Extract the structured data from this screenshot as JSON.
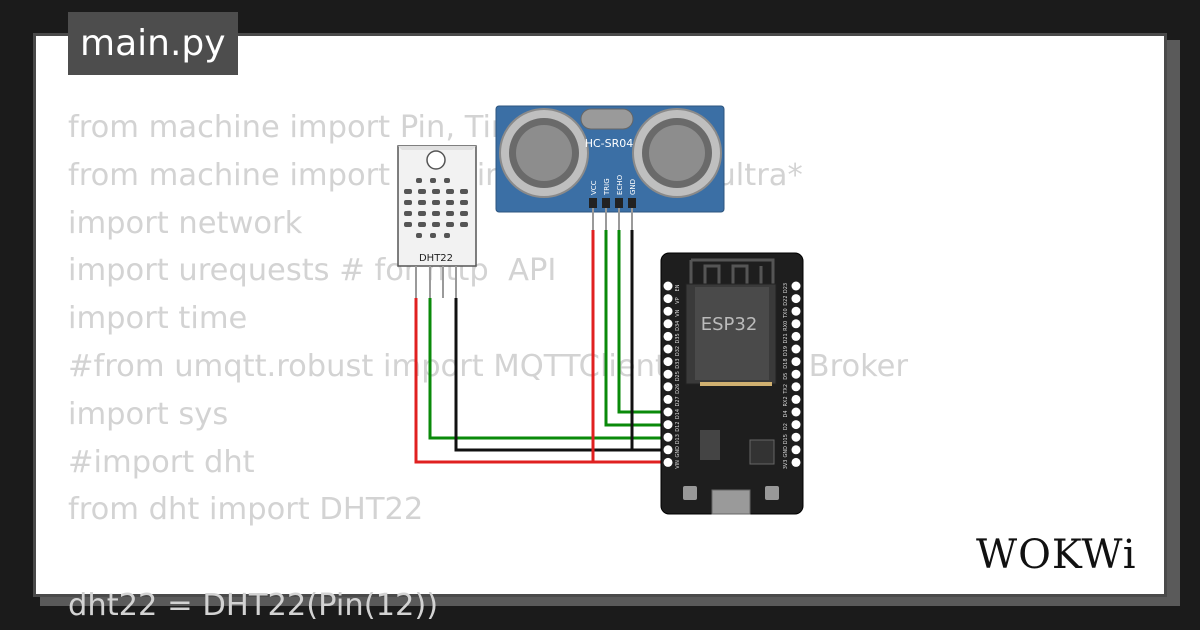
{
  "file_tab": {
    "title": "main.py"
  },
  "code_lines": [
    "from machine import Pin, Timer",
    "from machine import Pin, time_pulse_us #ultra*",
    "import network",
    "import urequests # for http  API",
    "import time",
    "#from umqtt.robust import MQTTClient # MQTT Broker",
    "import sys",
    "#import dht",
    "from dht import DHT22",
    "",
    "dht22 = DHT22(Pin(12))"
  ],
  "components": {
    "dht_label": "DHT22",
    "sonar_label": "HC-SR04",
    "sonar_pins": [
      "VCC",
      "TRIG",
      "ECHO",
      "GND"
    ],
    "esp_label": "ESP32",
    "esp_left_pins": [
      "EN",
      "VP",
      "VN",
      "D34",
      "D35",
      "D32",
      "D33",
      "D25",
      "D26",
      "D27",
      "D14",
      "D12",
      "D13",
      "GND",
      "VIN"
    ],
    "esp_right_pins": [
      "D23",
      "D22",
      "TX0",
      "RX0",
      "D21",
      "D19",
      "D18",
      "D5",
      "TX2",
      "RX2",
      "D4",
      "D2",
      "D15",
      "GND",
      "3V3"
    ]
  },
  "wire_colors": {
    "power": "#e02020",
    "signal": "#0a8a0a",
    "ground": "#111111"
  },
  "logo": {
    "text": "WOKWi"
  }
}
